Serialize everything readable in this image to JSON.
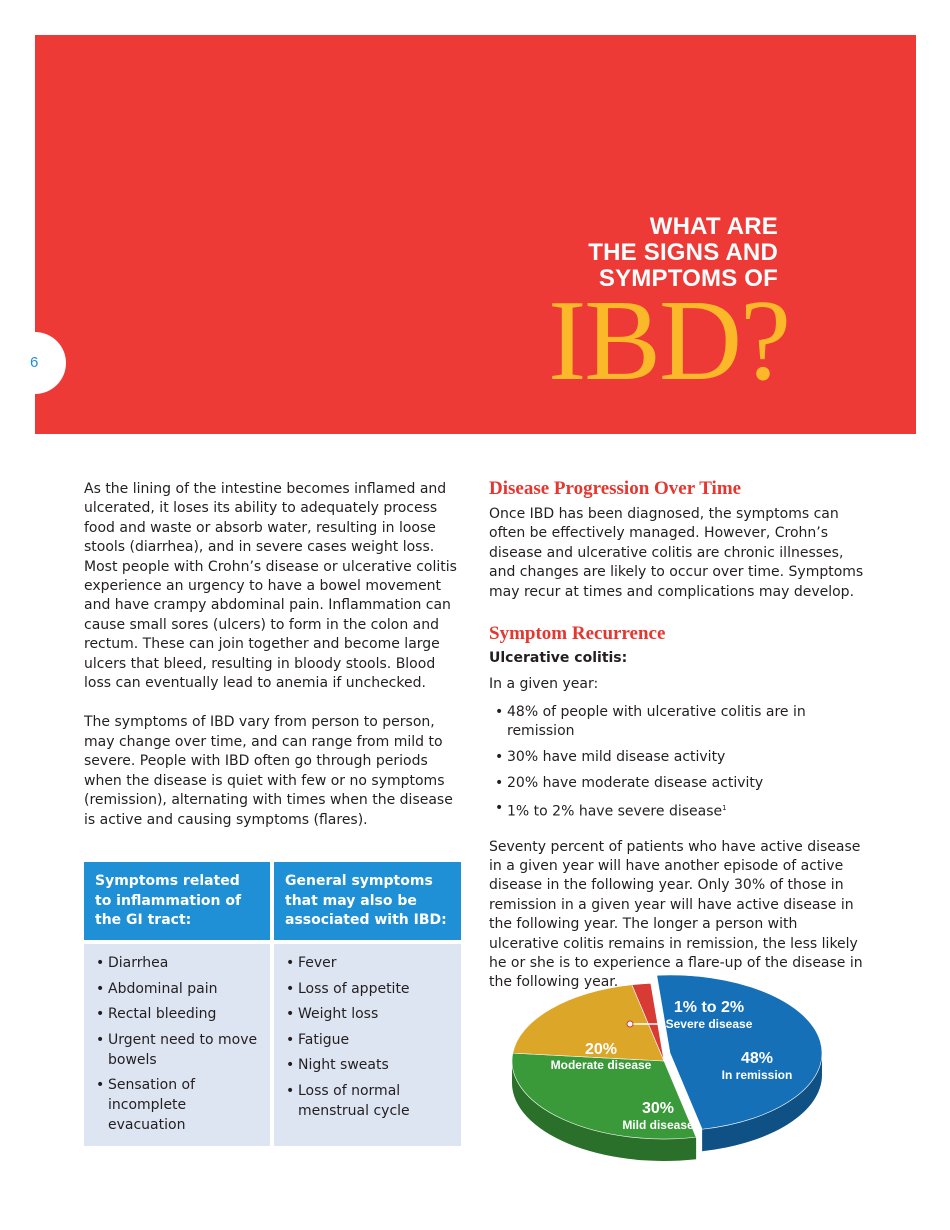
{
  "page_number": "6",
  "headline": {
    "line1": "WHAT ARE",
    "line2": "THE SIGNS AND",
    "line3": "SYMPTOMS OF",
    "big": "IBD?"
  },
  "left_column": {
    "para1": "As the lining of the intestine becomes inflamed and ulcerated, it loses its ability to adequately process food and waste or absorb water, resulting in loose stools (diarrhea), and in severe cases weight loss. Most people with Crohn’s disease or ulcerative colitis experience an urgency to have a bowel movement and have crampy abdominal pain. Inflammation can cause small sores (ulcers) to form in the colon and rectum. These can join together and become large ulcers that bleed, resulting in bloody stools. Blood loss can eventually lead to anemia if unchecked.",
    "para2": "The symptoms of IBD vary from person to person, may change over time, and can range from mild to severe. People with IBD often go through periods when the disease is quiet with few or no symptoms (remission), alternating with times when the disease is active and causing symptoms (flares)."
  },
  "symptoms_table": {
    "col1_header": "Symptoms related to inflammation of the GI tract:",
    "col2_header": "General symptoms that may also be associated with IBD:",
    "col1_items": [
      "Diarrhea",
      "Abdominal pain",
      "Rectal bleeding",
      "Urgent need to move bowels",
      "Sensation of incomplete evacuation"
    ],
    "col2_items": [
      "Fever",
      "Loss of appetite",
      "Weight loss",
      "Fatigue",
      "Night sweats",
      "Loss of normal menstrual cycle"
    ]
  },
  "right_column": {
    "heading1": "Disease Progression Over Time",
    "para1": "Once IBD has been diagnosed, the symptoms can often be effectively managed. However, Crohn’s disease and ulcerative colitis are chronic illnesses, and changes are likely to occur over time. Symptoms may recur at times and complications may develop.",
    "heading2": "Symptom Recurrence",
    "subheading": "Ulcerative colitis:",
    "intro": "In a given year:",
    "bullets": [
      "48% of people with ulcerative colitis are in remission",
      "30% have mild disease activity",
      "20% have moderate disease activity",
      "1% to 2% have severe disease"
    ],
    "footnote_mark": "1",
    "para2": "Seventy percent of patients who have active disease in a given year will have another episode of active disease in the following year. Only 30% of those in remission in a given year will have active disease in the following year. The longer a person with ulcerative colitis remains in remission, the less likely he or she is to experience a flare-up of the disease in the following year."
  },
  "colors": {
    "banner_red": "#ee3a37",
    "ibd_yellow": "#fbb929",
    "heading_red": "#e5362f",
    "table_blue": "#1f8fd6",
    "table_cell": "#dde4f2"
  },
  "chart_data": {
    "type": "pie",
    "slices": [
      {
        "label": "In remission",
        "value_label": "48%",
        "value": 48,
        "color": "#1570b8"
      },
      {
        "label": "Mild disease",
        "value_label": "30%",
        "value": 30,
        "color": "#3a9a3a"
      },
      {
        "label": "Moderate disease",
        "value_label": "20%",
        "value": 20,
        "color": "#dca628"
      },
      {
        "label": "Severe disease",
        "value_label": "1% to 2%",
        "value": 2,
        "color": "#d83a34"
      }
    ]
  }
}
